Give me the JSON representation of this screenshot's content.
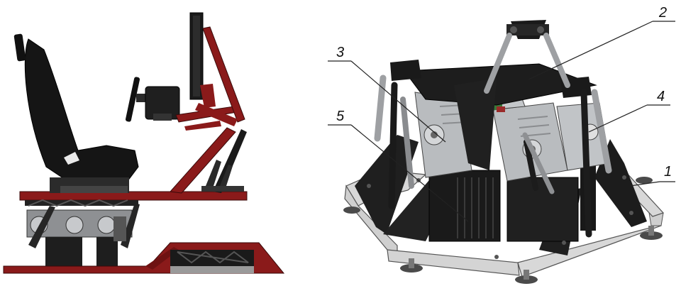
{
  "figure": {
    "callouts": [
      {
        "id": "1",
        "label": "1"
      },
      {
        "id": "2",
        "label": "2"
      },
      {
        "id": "3",
        "label": "3"
      },
      {
        "id": "4",
        "label": "4"
      },
      {
        "id": "5",
        "label": "5"
      }
    ],
    "colors": {
      "frame_red": "#8a1a1a",
      "dark_part": "#1c1c1c",
      "metal": "#b9bcbf",
      "base_frame": "#d8d8d8"
    }
  }
}
